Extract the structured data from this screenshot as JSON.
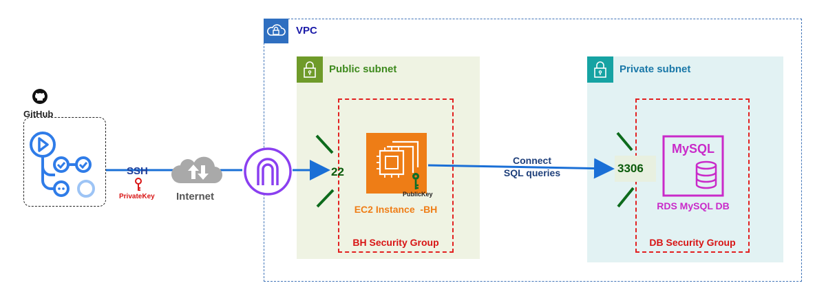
{
  "vpc": {
    "label": "VPC"
  },
  "public_subnet": {
    "label": "Public subnet"
  },
  "private_subnet": {
    "label": "Private subnet"
  },
  "bh_security_group": {
    "label": "BH Security Group"
  },
  "db_security_group": {
    "label": "DB Security Group"
  },
  "ec2": {
    "label": "EC2 Instance  -BH",
    "key_label": "PublicKey"
  },
  "rds": {
    "label": "RDS MySQL DB",
    "logo_text": "MySQL"
  },
  "ports": {
    "ssh_port": "22",
    "mysql_port": "3306"
  },
  "connection": {
    "line1": "Connect",
    "line2": "SQL queries"
  },
  "github": {
    "label": "GitHub"
  },
  "ssh": {
    "label": "SSH",
    "key_label": "PrivateKey"
  },
  "internet": {
    "label": "Internet"
  },
  "colors": {
    "vpc": "#2f6fc0",
    "public_subnet": "#6f9b2a",
    "private_subnet": "#16a3a3",
    "ec2": "#ee7d16",
    "rds": "#c92ac9",
    "security_group": "#e21f1f",
    "arrow": "#1a6fd6"
  }
}
